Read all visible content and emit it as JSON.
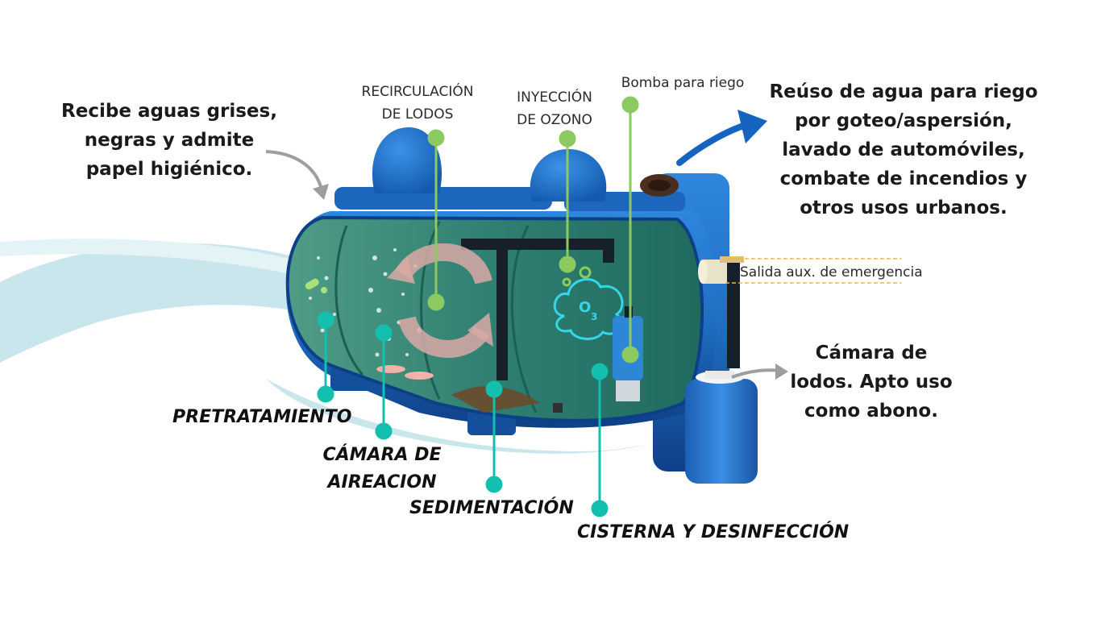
{
  "intro": {
    "line1": "Recibe aguas grises,",
    "line2": "negras y admite",
    "line3": "papel higiénico."
  },
  "reuse": {
    "line1": "Reúso de agua para riego",
    "line2": "por goteo/aspersión,",
    "line3": "lavado de automóviles,",
    "line4": "combate de incendios y",
    "line5": "otros usos urbanos."
  },
  "sludge_chamber": {
    "line1": "Cámara de",
    "line2": "lodos. Apto uso",
    "line3": "como abono."
  },
  "callouts": {
    "recirculation_l1": "RECIRCULACIÓN",
    "recirculation_l2": "DE LODOS",
    "ozone_l1": "INYECCIÓN",
    "ozone_l2": "DE OZONO",
    "pump": "Bomba para riego",
    "emergency_outlet": "Salida aux. de emergencia",
    "ozone_symbol": "O",
    "ozone_subscript": "3"
  },
  "stages": {
    "pretreatment": "PRETRATAMIENTO",
    "aeration_l1": "CÁMARA DE",
    "aeration_l2": "AIREACION",
    "sedimentation": "SEDIMENTACIÓN",
    "cistern": "CISTERNA Y DESINFECCIÓN"
  },
  "colors": {
    "tank_blue": "#1f6fc4",
    "tank_dark": "#0f3f86",
    "water_green": "#2f7f72",
    "callout_green": "#8cc95e",
    "stage_teal": "#13bfae",
    "arrow_blue": "#1565c0",
    "arrow_gray": "#9e9e9e",
    "wave": "#c9e6ec"
  }
}
